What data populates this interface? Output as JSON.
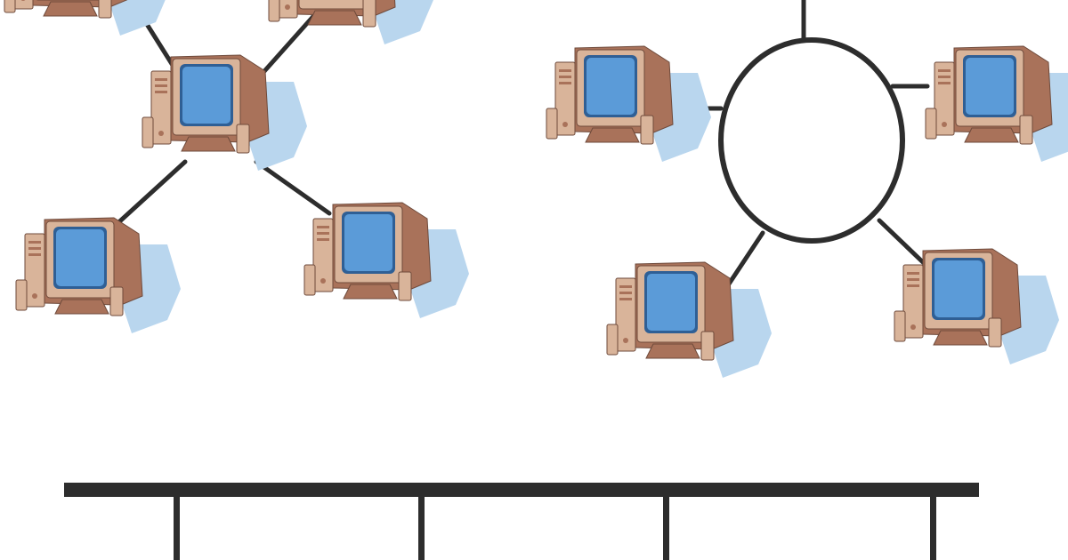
{
  "diagram": {
    "subject": "network-topologies",
    "topologies": [
      {
        "id": "star",
        "device_count": 5,
        "shape": "star"
      },
      {
        "id": "ring",
        "device_count": 5,
        "shape": "ring"
      },
      {
        "id": "bus",
        "drop_count": 4,
        "shape": "bus"
      }
    ]
  },
  "colors": {
    "background": "#ffffff",
    "link": "#2d2d2d",
    "case": "#d9b49a",
    "case_dark": "#a9725a",
    "case_shadow": "#6e4a3b",
    "screen": "#5b9bd8",
    "screen_dark": "#2f5f95",
    "backdrop_shadow": "#b9d6ee"
  },
  "icon": "desktop-computer-icon"
}
